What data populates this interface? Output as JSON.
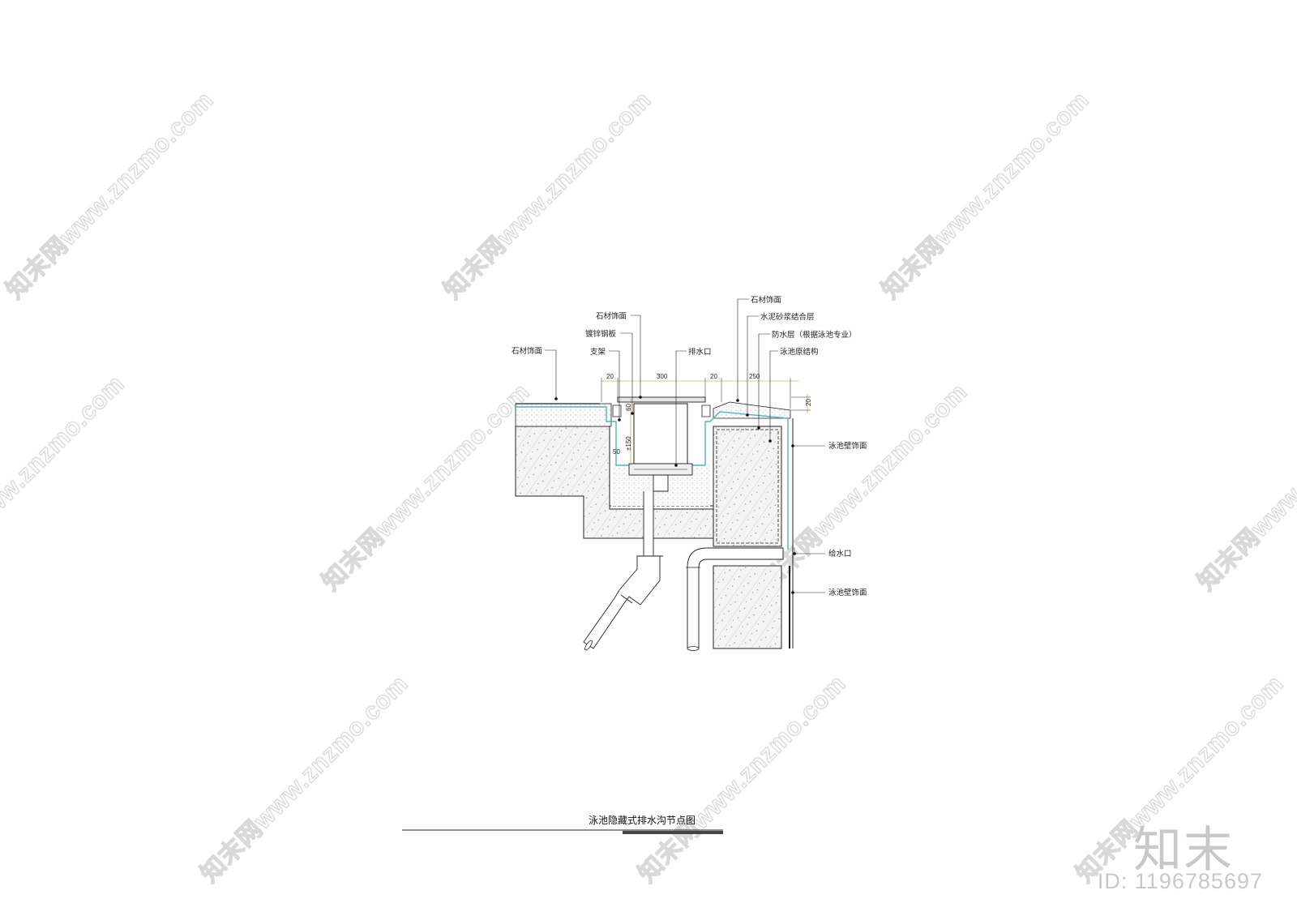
{
  "drawing": {
    "title": "泳池隐藏式排水沟节点图",
    "labels": {
      "stone_finish_left": "石材饰面",
      "stone_finish_cover": "石材饰面",
      "galvanized_plate": "镀锌钢板",
      "support": "支架",
      "drain_outlet": "排水口",
      "stone_finish_right": "石材饰面",
      "cement_mortar": "水泥砂浆结合层",
      "waterproof": "防水层（根据泳池专业）",
      "pool_structure": "泳池原结构",
      "pool_wall_finish_upper": "泳池壁饰面",
      "water_inlet": "给水口",
      "pool_wall_finish_lower": "泳池壁饰面"
    },
    "dimensions": {
      "d20_left": "20",
      "d300": "300",
      "d20_mid": "20",
      "d250": "250",
      "d20_right": "20",
      "d60": "60",
      "d150": "±150",
      "d50": "50"
    }
  },
  "watermark": {
    "text": "知末网www.znzmo.com",
    "brand": "知末",
    "id_text": "ID: 1196785697"
  },
  "colors": {
    "line": "#222222",
    "waterproof": "#4fb7b7",
    "hatch": "#9a9a9a",
    "watermark": "#d9d9d9"
  }
}
